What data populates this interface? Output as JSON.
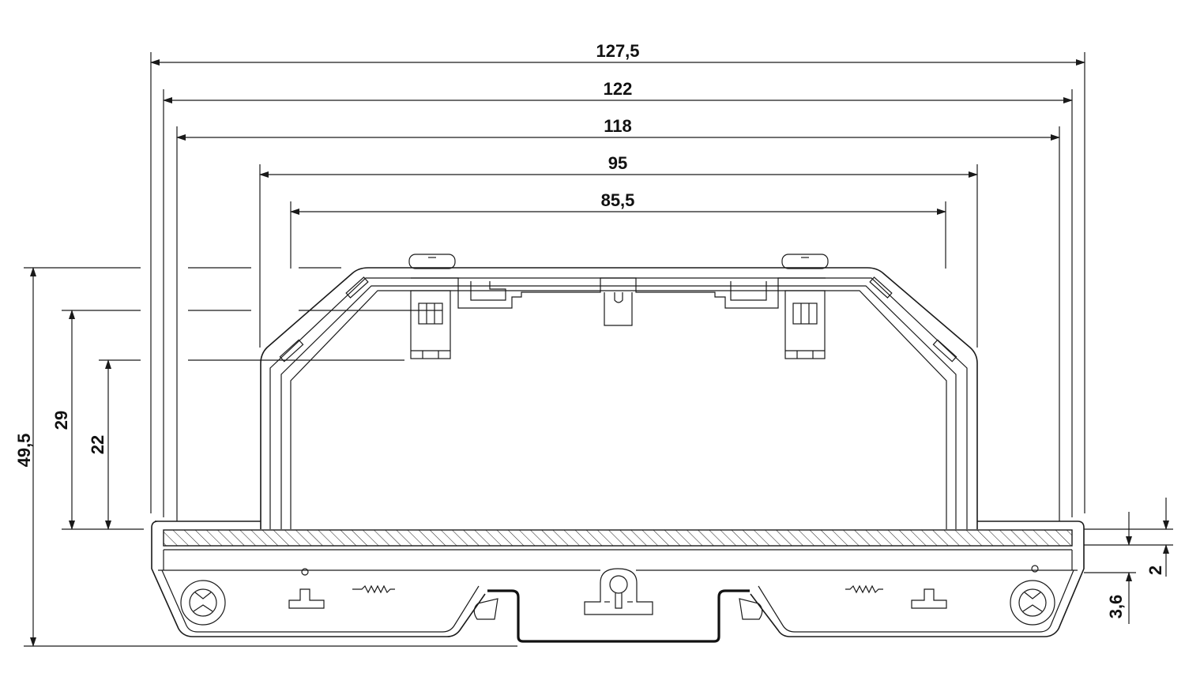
{
  "dimensions": {
    "horizontal": [
      "127,5",
      "122",
      "118",
      "95",
      "85,5"
    ],
    "vertical": [
      "49,5",
      "29",
      "22"
    ],
    "small": [
      "2",
      "3,6"
    ]
  },
  "colors": {
    "line": "#1a1a1a",
    "background": "#ffffff"
  }
}
